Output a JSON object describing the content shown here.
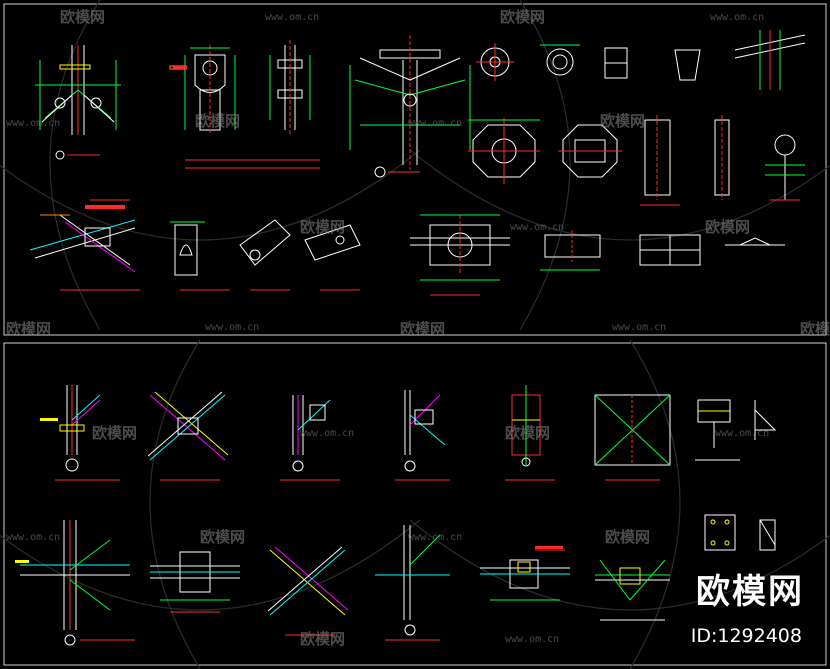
{
  "watermark": {
    "brand": "欧模网",
    "url": "www.om.cn"
  },
  "corner_badge": {
    "brand": "欧模网",
    "id": "ID:1292408"
  },
  "colors": {
    "background": "#000000",
    "line_white": "#ffffff",
    "line_green": "#00ff3c",
    "line_cyan": "#00ffff",
    "line_magenta": "#ff00ff",
    "line_yellow": "#ffff00",
    "line_red": "#ff2a2a",
    "line_orange": "#ff8c00",
    "frame": "#d0d0d0"
  }
}
